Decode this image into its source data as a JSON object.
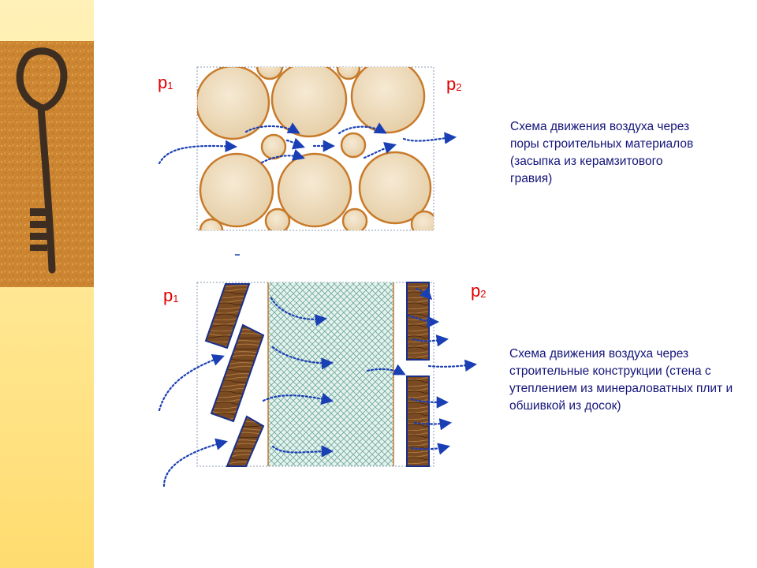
{
  "top_diagram": {
    "p_left": {
      "base": "p",
      "sub": "1"
    },
    "p_right": {
      "base": "p",
      "sub": "2"
    },
    "caption": "Схема движения воздуха через поры строительных материалов (засыпка из керамзитового гравия)"
  },
  "bottom_diagram": {
    "p_left": {
      "base": "p",
      "sub": "1"
    },
    "p_right": {
      "base": "p",
      "sub": "2"
    },
    "caption": "Схема движения воздуха через строительные конструкции (стена с утеплением из минераловатных плит и обшивкой из досок)"
  },
  "colors": {
    "pressure_label": "#e00000",
    "caption_text": "#14147a",
    "airflow_arrow": "#1a3fb5",
    "granule_fill": "#efdcbc",
    "granule_outline": "#c87a2a",
    "board_wood": "#7a4a22",
    "board_outline": "#1a2f8a",
    "insulation_hatch": "#6aa89a",
    "insulation_edge": "#c07a30",
    "sidebar_yellow": "#ffe690"
  }
}
